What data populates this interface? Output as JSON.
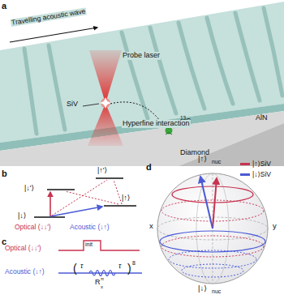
{
  "diagram": {
    "labels": [
      "a",
      "Travelling acoustic wave",
      "Probe laser",
      "SiV",
      "13",
      "C",
      "Hyperfine interaction",
      "AlN",
      "Diamond",
      "b",
      "|↓'⟩",
      "|↑'⟩",
      "|↓⟩",
      "|↑⟩",
      "Optical (↓↓')",
      "Acoustic (↓↑)",
      "c",
      "Optical (↓↓')",
      "init",
      "Acoustic (↓↑)",
      "(",
      "τ",
      "τ",
      ")",
      "8",
      "R",
      "x",
      "π",
      "d",
      "|↑⟩",
      "nuc",
      "x",
      "y",
      "|↓⟩",
      "nuc"
    ],
    "legend": [
      {
        "text": "|↑⟩SiV",
        "color": "#c8334f"
      },
      {
        "text": "|↓⟩SiV",
        "color": "#4a5ad6"
      }
    ]
  }
}
